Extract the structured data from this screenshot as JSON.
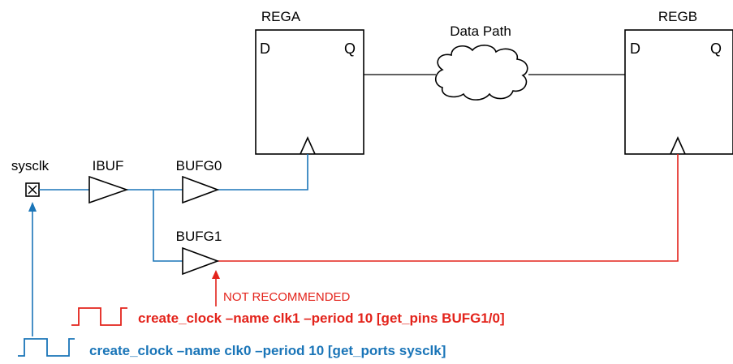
{
  "colors": {
    "black": "#000000",
    "blue": "#1a75b8",
    "red": "#e3231b"
  },
  "labels": {
    "rega": "REGA",
    "regb": "REGB",
    "data_path": "Data Path",
    "d_pin": "D",
    "q_pin": "Q",
    "sysclk": "sysclk",
    "ibuf": "IBUF",
    "bufg0": "BUFG0",
    "bufg1": "BUFG1"
  },
  "annotations": {
    "not_recommended": "NOT RECOMMENDED",
    "clk1_command": "create_clock –name clk1 –period 10 [get_pins BUFG1/0]",
    "clk0_command": "create_clock –name clk0 –period 10 [get_ports sysclk]"
  },
  "icons": {
    "port": "port-x-icon",
    "buffer": "buffer-triangle-icon",
    "clock_input": "clock-triangle-icon",
    "cloud": "cloud-icon",
    "waveform": "clock-waveform-icon"
  }
}
